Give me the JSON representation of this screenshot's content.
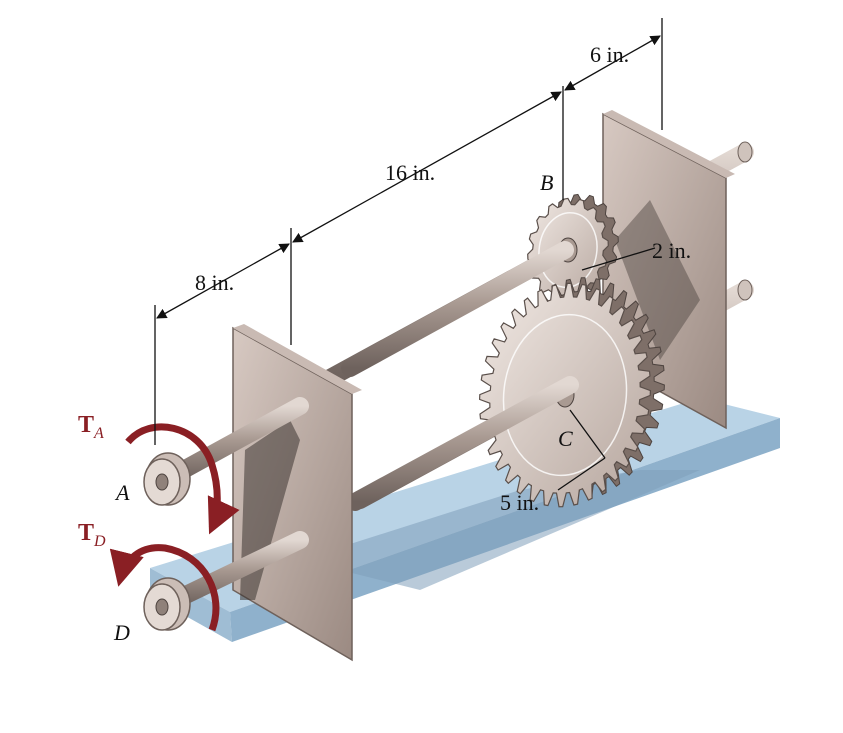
{
  "dimensions": {
    "d8": "8 in.",
    "d16": "16 in.",
    "d6": "6 in.",
    "r2": "2 in.",
    "r5": "5 in."
  },
  "points": {
    "A": "A",
    "B": "B",
    "C": "C",
    "D": "D"
  },
  "torques": {
    "TA_main": "T",
    "TA_sub": "A",
    "TD_main": "T",
    "TD_sub": "D"
  },
  "colors": {
    "torque": "#8a1f24",
    "base_top": "#b9d3e6",
    "base_side": "#8fb1cc",
    "plate": "#b8a49a",
    "shaft": "#a8988f"
  }
}
